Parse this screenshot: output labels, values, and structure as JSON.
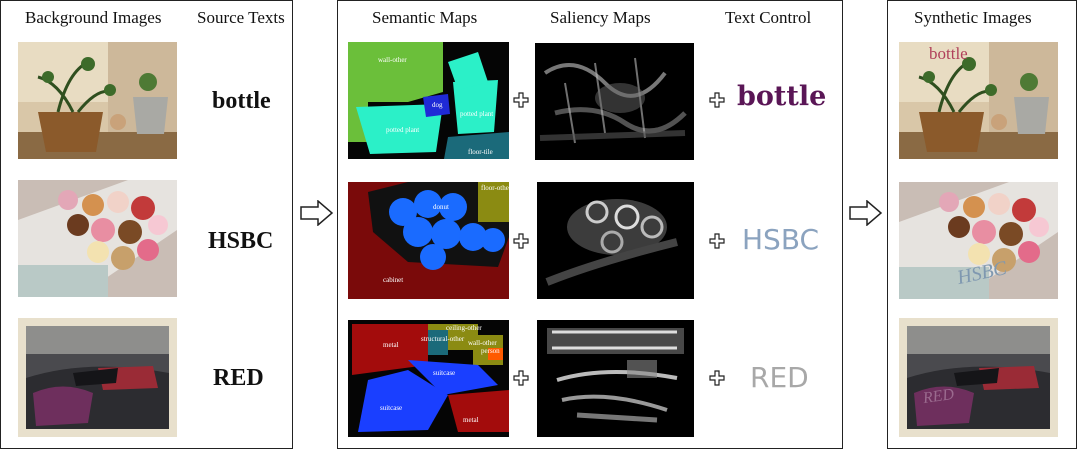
{
  "panels": {
    "left": {
      "header_bg": "Background Images",
      "header_src": "Source Texts"
    },
    "middle": {
      "header_sem": "Semantic Maps",
      "header_sal": "Saliency Maps",
      "header_ctl": "Text Control"
    },
    "right": {
      "header_syn": "Synthetic Images"
    }
  },
  "rows": [
    {
      "source_text": "bottle",
      "control_text": "bottle",
      "control_color": "#5a1656",
      "control_font": "serif-bold",
      "overlay_text": "bottle",
      "semantic_labels": [
        "wall-other",
        "dog",
        "potted plant",
        "potted plant",
        "floor-tile"
      ]
    },
    {
      "source_text": "HSBC",
      "control_text": "HSBC",
      "control_color": "#8ba3bf",
      "control_font": "sans",
      "overlay_text": "HSBC",
      "semantic_labels": [
        "floor-other",
        "donut",
        "cabinet"
      ]
    },
    {
      "source_text": "RED",
      "control_text": "RED",
      "control_color": "#a8a8a8",
      "control_font": "sans",
      "overlay_text": "RED",
      "semantic_labels": [
        "ceiling-other",
        "metal",
        "structural-other",
        "wall-other",
        "person",
        "suitcase",
        "suitcase",
        "metal"
      ]
    }
  ],
  "icons": {
    "plus": "plus-icon",
    "arrow": "arrow-right-icon"
  }
}
